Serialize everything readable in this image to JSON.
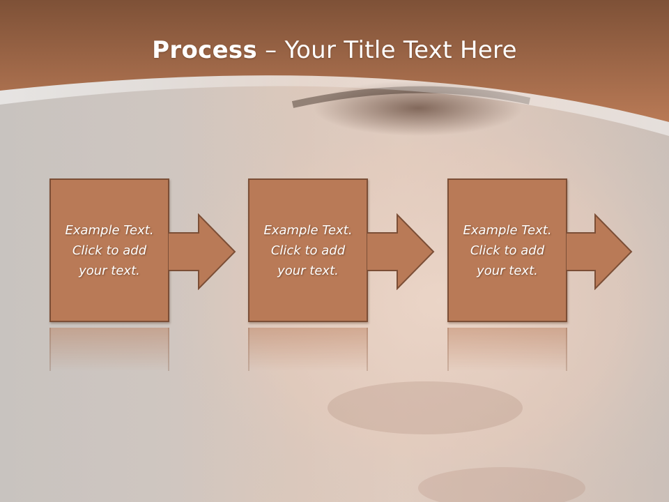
{
  "slide": {
    "title_bold": "Process",
    "title_separator": " – ",
    "title_rest": "Your Title Text Here"
  },
  "steps": [
    {
      "line1": "Example Text.",
      "line2": "Click  to add",
      "line3": "your text."
    },
    {
      "line1": "Example Text.",
      "line2": "Click  to add",
      "line3": "your text."
    },
    {
      "line1": "Example Text.",
      "line2": "Click  to add",
      "line3": "your text."
    }
  ],
  "colors": {
    "header": "#a86c4a",
    "box_fill": "#b97a57",
    "box_border": "#7b4e36",
    "background": "#cfc6c0"
  },
  "icons": [
    "right-arrow-icon"
  ]
}
